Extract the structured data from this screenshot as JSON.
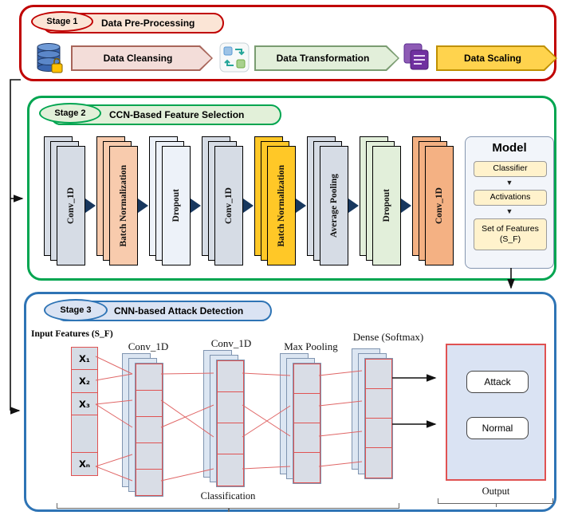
{
  "colors": {
    "stage1_accent": "#c00000",
    "stage2_accent": "#00a550",
    "stage3_accent": "#2e74b5",
    "connection_red": "#e05252",
    "scaling_gold": "#ffd34d"
  },
  "stage1": {
    "label": "Stage 1",
    "title": "Data Pre-Processing",
    "steps": [
      "Data Cleansing",
      "Data Transformation",
      "Data Scaling"
    ]
  },
  "stage2": {
    "label": "Stage 2",
    "title": "CCN-Based Feature Selection",
    "layers": [
      "Conv_1D",
      "Batch Normalization",
      "Dropout",
      "Conv_1D",
      "Batch Normalization",
      "Average Pooling",
      "Dropout",
      "Conv_1D"
    ],
    "model": {
      "title": "Model",
      "items": [
        "Classifier",
        "Activations",
        "Set of Features (S_F)"
      ]
    }
  },
  "stage3": {
    "label": "Stage 3",
    "title": "CNN-based Attack Detection",
    "input_label": "Input Features (S_F)",
    "inputs": [
      "X₁",
      "X₂",
      "X₃",
      "Xₙ"
    ],
    "columns": [
      "Conv_1D",
      "Conv_1D",
      "Max Pooling",
      "Dense (Softmax)"
    ],
    "outputs": [
      "Attack",
      "Normal"
    ],
    "output_label": "Output",
    "classification_label": "Classification"
  }
}
